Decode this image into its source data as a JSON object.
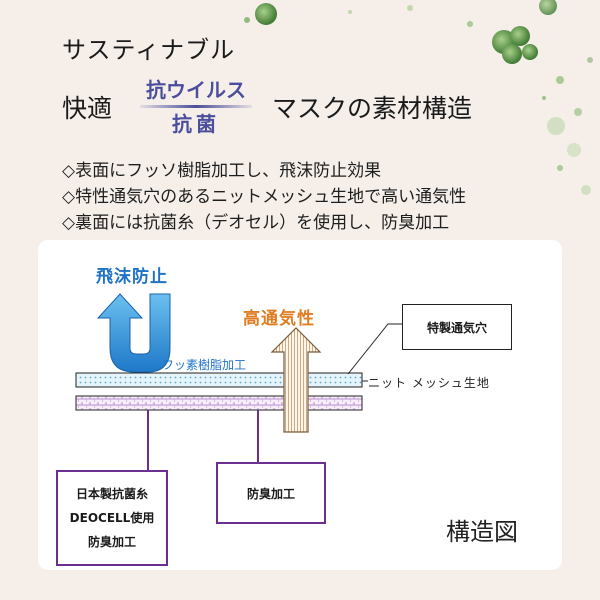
{
  "title": {
    "line1": "サスティナブル",
    "left": "快適",
    "badge_top": "抗ウイルス",
    "badge_bottom": "抗菌",
    "right": "マスクの素材構造"
  },
  "features": [
    "◇表面にフッソ樹脂加工し、飛沫防止効果",
    "◇特性通気穴のあるニットメッシュ生地で高い通気性",
    "◇裏面には抗菌糸（デオセル）を使用し、防臭加工"
  ],
  "diagram": {
    "spray_label": "飛沫防止",
    "ventilation_label": "高通気性",
    "fluorine_label": "フッ素樹脂加工",
    "vent_hole_label": "特製通気穴",
    "knit_label": "ニット メッシュ生地",
    "antibac_box": [
      "日本製抗菌糸",
      "DEOCELL使用",
      "防臭加工"
    ],
    "deodorant_box": "防臭加工",
    "caption": "構造図"
  },
  "colors": {
    "blue": "#1f73c7",
    "orange": "#e07d22",
    "purple": "#6a2f8f",
    "badge": "#4a4e9c",
    "background": "#f6efe9"
  },
  "icons": [
    "u-turn-arrow-icon",
    "up-arrow-icon",
    "green-dot-decoration"
  ]
}
